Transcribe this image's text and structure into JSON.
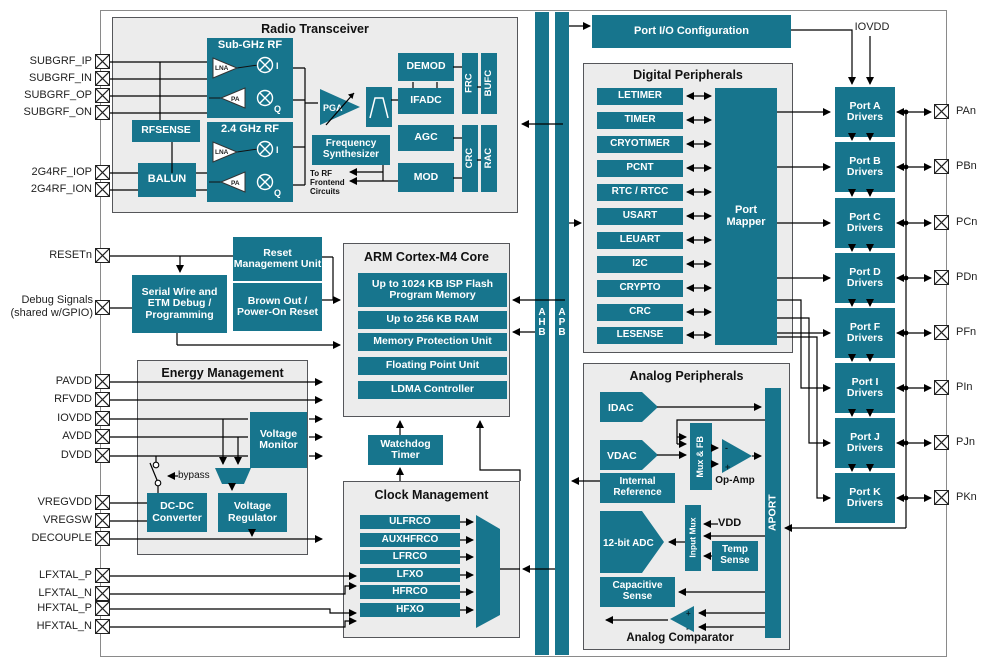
{
  "colors": {
    "teal": "#17758D",
    "panel": "#ECECEC",
    "line": "#000000",
    "border": "#55565A"
  },
  "pins": {
    "left": [
      "SUBGRF_IP",
      "SUBGRF_IN",
      "SUBGRF_OP",
      "SUBGRF_ON",
      "2G4RF_IOP",
      "2G4RF_ION",
      "RESETn",
      "Debug Signals (shared w/GPIO)",
      "PAVDD",
      "RFVDD",
      "IOVDD",
      "AVDD",
      "DVDD",
      "VREGVDD",
      "VREGSW",
      "DECOUPLE",
      "LFXTAL_P",
      "LFXTAL_N",
      "HFXTAL_P",
      "HFXTAL_N"
    ],
    "right": [
      "PAn",
      "PBn",
      "PCn",
      "PDn",
      "PFn",
      "PIn",
      "PJn",
      "PKn"
    ],
    "top_right": "IOVDD"
  },
  "radio": {
    "title": "Radio Transceiver",
    "subghz": "Sub-GHz RF",
    "band24": "2.4 GHz RF",
    "lna": "LNA",
    "pa": "PA",
    "mix_i": "I",
    "mix_q": "Q",
    "rfsense": "RFSENSE",
    "balun": "BALUN",
    "pga": "PGA",
    "freq_synth": "Frequency Synthesizer",
    "to_rf": "To RF Frontend Circuits",
    "demod": "DEMOD",
    "ifadc": "IFADC",
    "agc": "AGC",
    "mod": "MOD",
    "frc": "FRC",
    "bufc": "BUFC",
    "crc": "CRC",
    "rac": "RAC"
  },
  "reset": {
    "rmu": "Reset Management Unit",
    "brownout": "Brown Out / Power-On Reset",
    "serial_wire": "Serial Wire and ETM Debug / Programming"
  },
  "arm": {
    "title": "ARM Cortex-M4 Core",
    "flash": "Up to 1024 KB ISP Flash Program Memory",
    "ram": "Up to 256 KB RAM",
    "mpu": "Memory Protection Unit",
    "fpu": "Floating Point Unit",
    "ldma": "LDMA Controller"
  },
  "energy": {
    "title": "Energy Management",
    "vmon": "Voltage Monitor",
    "dcdc": "DC-DC Converter",
    "vreg": "Voltage Regulator",
    "bypass": "bypass"
  },
  "watchdog": {
    "label": "Watchdog Timer"
  },
  "clock": {
    "title": "Clock Management",
    "rows": [
      "ULFRCO",
      "AUXHFRCO",
      "LFRCO",
      "LFXO",
      "HFRCO",
      "HFXO"
    ]
  },
  "buses": {
    "ahb": "AHB",
    "apb": "APB"
  },
  "portio": {
    "label": "Port I/O Configuration"
  },
  "digital": {
    "title": "Digital Peripherals",
    "rows": [
      "LETIMER",
      "TIMER",
      "CRYOTIMER",
      "PCNT",
      "RTC / RTCC",
      "USART",
      "LEUART",
      "I2C",
      "CRYPTO",
      "CRC",
      "LESENSE"
    ],
    "port_mapper": "Port Mapper"
  },
  "analog": {
    "title": "Analog Peripherals",
    "idac": "IDAC",
    "vdac": "VDAC",
    "muxfb": "Mux & FB",
    "opamp": "Op-Amp",
    "intref": "Internal Reference",
    "adc": "12-bit ADC",
    "inputmux": "Input Mux",
    "vdd": "VDD",
    "temp": "Temp Sense",
    "capsense": "Capacitive Sense",
    "comparator": "Analog Comparator",
    "aport": "APORT"
  },
  "ports": {
    "drivers": [
      "Port A Drivers",
      "Port B Drivers",
      "Port C Drivers",
      "Port D Drivers",
      "Port F Drivers",
      "Port I Drivers",
      "Port J Drivers",
      "Port K Drivers"
    ]
  }
}
